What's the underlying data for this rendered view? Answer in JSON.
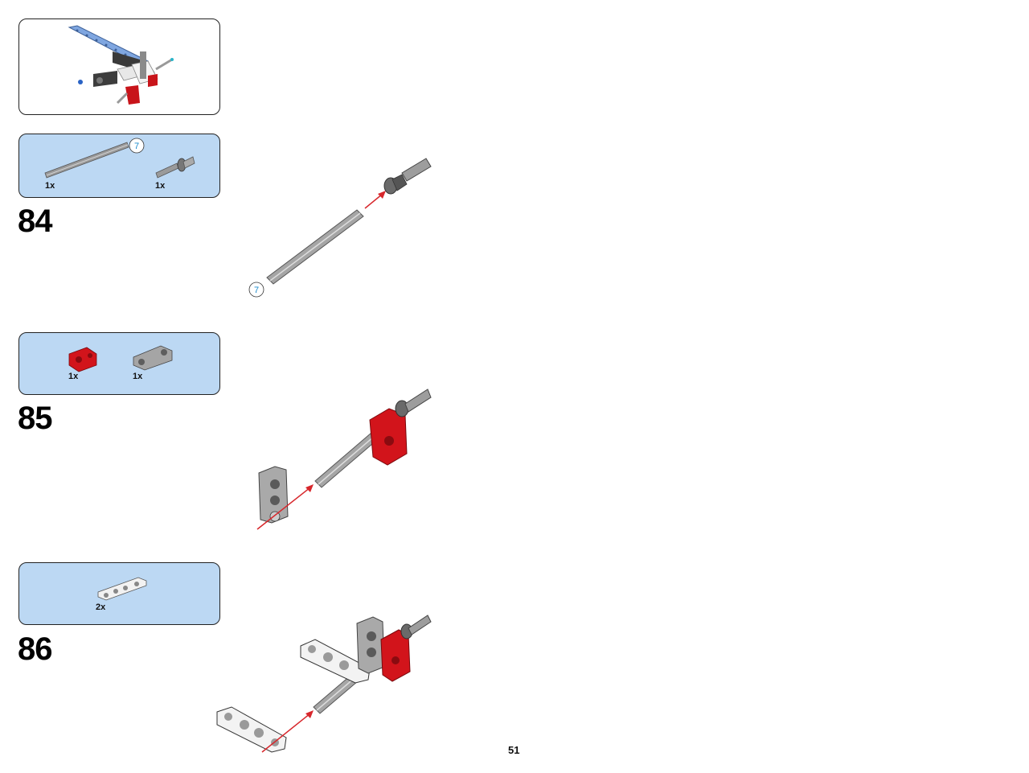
{
  "page_number": "51",
  "steps": [
    {
      "number": "84",
      "parts": [
        {
          "qty": "1x",
          "name": "axle",
          "length": "7"
        },
        {
          "qty": "1x",
          "name": "axle-pin-with-bush"
        }
      ],
      "callout_length": "7"
    },
    {
      "number": "85",
      "parts": [
        {
          "qty": "1x",
          "name": "red-cross-block",
          "color": "#d2141b"
        },
        {
          "qty": "1x",
          "name": "grey-axle-pin-connector",
          "color": "#9a9a9a"
        }
      ]
    },
    {
      "number": "86",
      "parts": [
        {
          "qty": "2x",
          "name": "white-beam",
          "color": "#f2f2f2"
        }
      ]
    }
  ],
  "colors": {
    "parts_panel": "#bcd8f3",
    "arrow": "#d7262b",
    "brick_red": "#d2141b",
    "axle_grey": "#9a9a9a",
    "badge_blue": "#1a8acb"
  }
}
